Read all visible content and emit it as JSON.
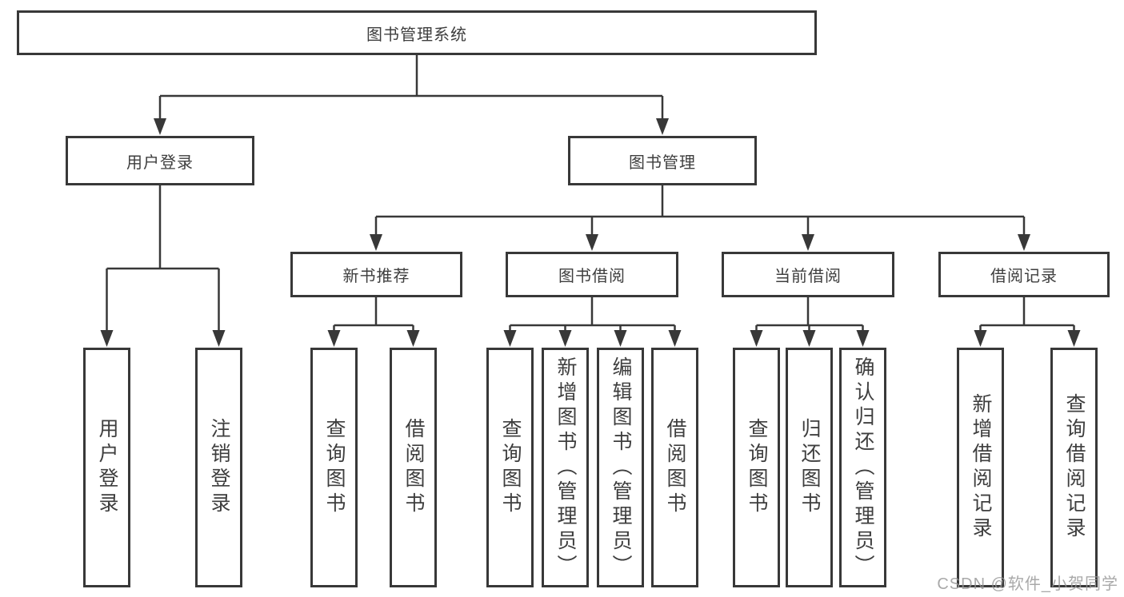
{
  "nodes": {
    "root": "图书管理系统",
    "l2": {
      "user_login": "用户登录",
      "book_mgmt": "图书管理"
    },
    "l3": {
      "new_book_recommend": "新书推荐",
      "book_borrowing": "图书借阅",
      "current_borrowing": "当前借阅",
      "borrowing_records": "借阅记录"
    },
    "leaves": {
      "user_login": "用户登录",
      "logout_login": "注销登录",
      "rec_query_books": "查询图书",
      "rec_borrow_books": "借阅图书",
      "bor_query_books": "查询图书",
      "bor_add_books_admin": "新增图书（管理员）",
      "bor_edit_books_admin": "编辑图书（管理员）",
      "bor_borrow_books": "借阅图书",
      "cur_query_books": "查询图书",
      "cur_return_books": "归还图书",
      "cur_confirm_return_admin": "确认归还（管理员）",
      "rcd_add_record": "新增借阅记录",
      "rcd_query_record": "查询借阅记录"
    }
  },
  "watermark": "CSDN @软件_小贺同学",
  "colors": {
    "line": "#383838",
    "text": "#3e3e3e",
    "box_background": "#ffffff",
    "watermark": "#969696",
    "page_background": "#ffffff"
  }
}
